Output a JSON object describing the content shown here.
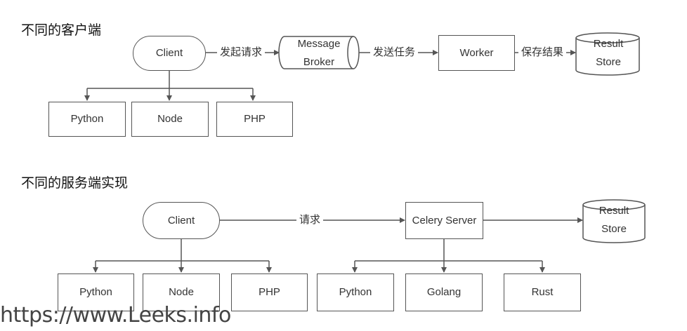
{
  "section1": {
    "title": "不同的客户端",
    "client": "Client",
    "broker": "Message Broker",
    "worker": "Worker",
    "result_store": "Result Store",
    "edge_send": "发起请求",
    "edge_dispatch": "发送任务",
    "edge_save": "保存结果",
    "clients": [
      "Python",
      "Node",
      "PHP"
    ]
  },
  "section2": {
    "title": "不同的服务端实现",
    "client": "Client",
    "server": "Celery Server",
    "result_store": "Result Store",
    "edge_request": "请求",
    "clients": [
      "Python",
      "Node",
      "PHP"
    ],
    "servers": [
      "Python",
      "Golang",
      "Rust"
    ]
  },
  "watermark": "https://www.Leeks.info",
  "colors": {
    "stroke": "#555555",
    "text": "#333333"
  }
}
